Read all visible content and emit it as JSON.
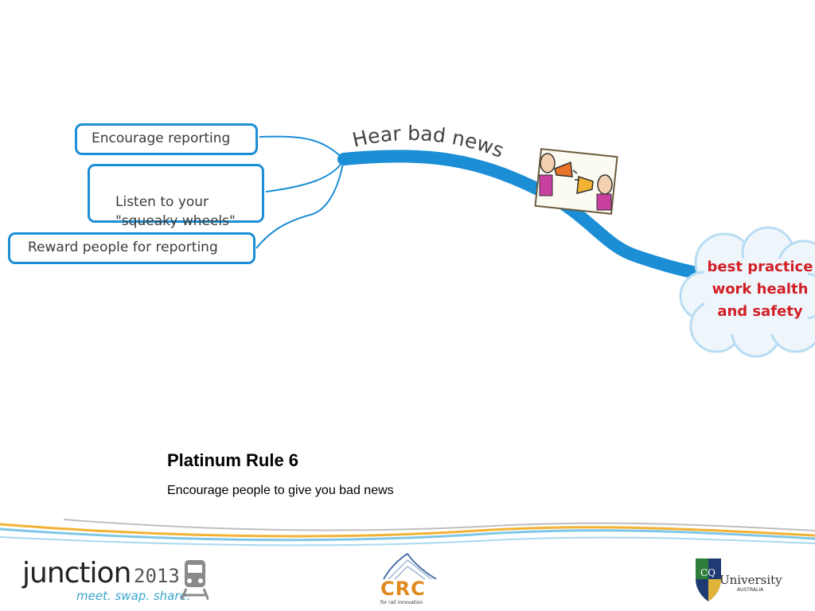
{
  "mindmap": {
    "central_label": "Hear bad news",
    "branches": [
      "Encourage reporting",
      "Listen to your\n\"squeaky wheels\"",
      "Reward people for reporting"
    ],
    "cloud_lines": [
      "best practice",
      "work health",
      "and safety"
    ],
    "colors": {
      "branch": "#1b8ed6",
      "cloud_text": "#d21f26"
    }
  },
  "slide": {
    "title": "Platinum Rule 6",
    "subtitle": "Encourage people to give you bad news"
  },
  "footer": {
    "junction": {
      "word": "junction",
      "year": "2013",
      "tagline": "meet. swap. share."
    },
    "crc": {
      "word": "CRC",
      "tagline": "for rail innovation"
    },
    "cqu": {
      "word": "University",
      "sub": "AUSTRALIA",
      "mark": "CQ"
    }
  }
}
